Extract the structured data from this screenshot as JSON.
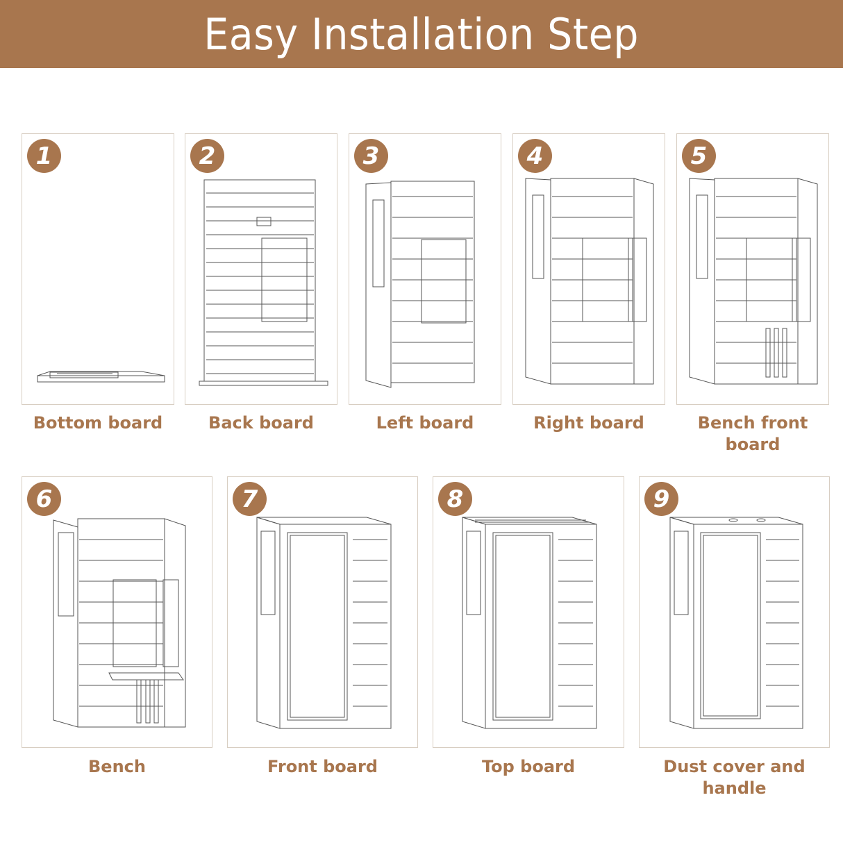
{
  "header": {
    "title": "Easy Installation Step"
  },
  "colors": {
    "accent": "#a8764e",
    "card_border": "#d8cec2",
    "background": "#ffffff"
  },
  "steps": [
    {
      "number": "1",
      "label": "Bottom board"
    },
    {
      "number": "2",
      "label": "Back board"
    },
    {
      "number": "3",
      "label": "Left board"
    },
    {
      "number": "4",
      "label": "Right board"
    },
    {
      "number": "5",
      "label": "Bench front board"
    },
    {
      "number": "6",
      "label": "Bench"
    },
    {
      "number": "7",
      "label": "Front board"
    },
    {
      "number": "8",
      "label": "Top board"
    },
    {
      "number": "9",
      "label": "Dust cover and handle"
    }
  ]
}
